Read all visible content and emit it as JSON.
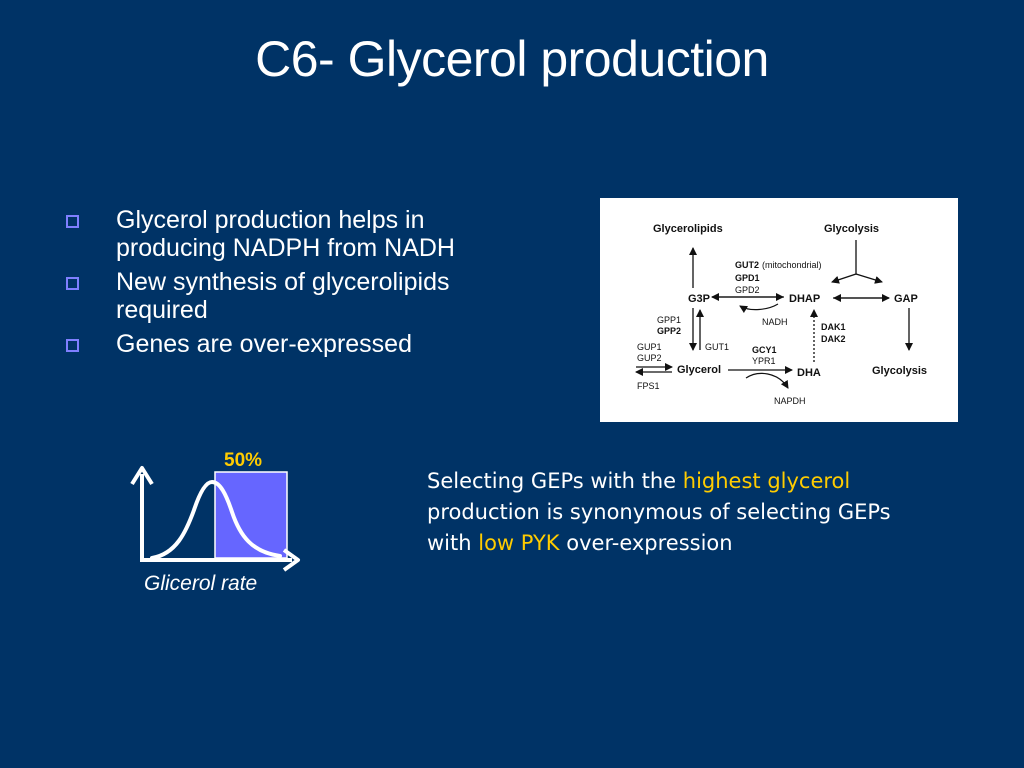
{
  "title": "C6- Glycerol production",
  "bullets": [
    "Glycerol production helps in producing NADPH from NADH",
    "New synthesis of glycerolipids required",
    "Genes are over-expressed"
  ],
  "pathway": {
    "glycerolipids": "Glycerolipids",
    "glycolysis_top": "Glycolysis",
    "gut2": "GUT2",
    "mitochondrial": "(mitochondrial)",
    "gpd1": "GPD1",
    "gpd2": "GPD2",
    "g3p": "G3P",
    "dhap": "DHAP",
    "gap": "GAP",
    "nadh": "NADH",
    "gpp1": "GPP1",
    "gpp2": "GPP2",
    "gut1": "GUT1",
    "dak1": "DAK1",
    "dak2": "DAK2",
    "gup1": "GUP1",
    "gup2": "GUP2",
    "gcy1": "GCY1",
    "ypr1": "YPR1",
    "glycerol": "Glycerol",
    "dha": "DHA",
    "glycolysis_bottom": "Glycolysis",
    "fps1": "FPS1",
    "napdh": "NAPDH"
  },
  "graph": {
    "percent_label": "50%",
    "axis_label": "Glicerol rate",
    "highlight_fraction": 0.5,
    "colors": {
      "highlight": "#6666ff",
      "percent": "#ffcc00"
    }
  },
  "statement": {
    "p1": "Selecting GEPs with the ",
    "h1": "highest glycerol",
    "p2": " production is synonymous of selecting GEPs with ",
    "h2": "low PYK",
    "p3": " over-expression"
  },
  "colors": {
    "background": "#003366",
    "bullet_box": "#7f7fff",
    "highlight_text": "#ffcc00"
  }
}
